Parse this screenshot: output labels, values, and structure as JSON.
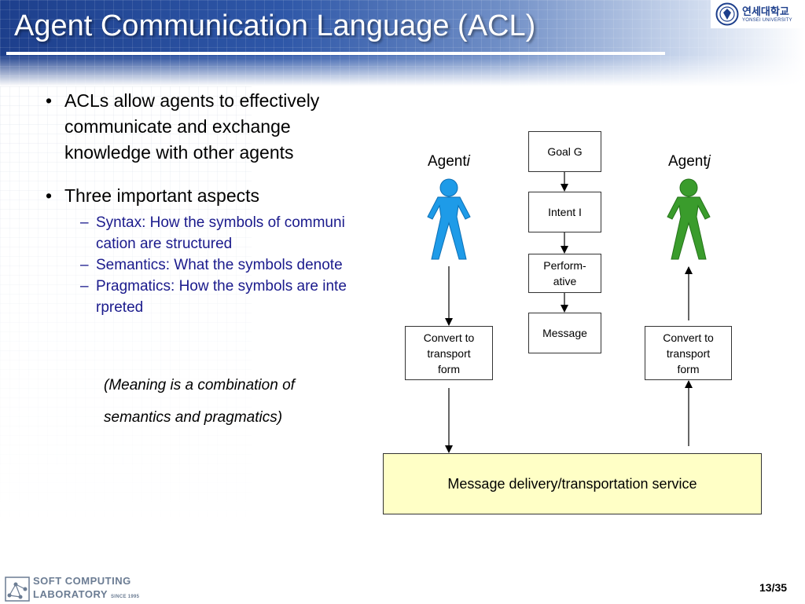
{
  "slide": {
    "title": "Agent Communication Language (ACL)",
    "page": "13/35"
  },
  "logo": {
    "korean": "연세대학교",
    "english": "YONSEI UNIVERSITY"
  },
  "bullets": [
    {
      "text": "ACLs allow agents to effectively communicate and exchange knowledge with other agents",
      "lines": [
        "ACLs allow agents to effectively",
        "communicate and exchange",
        "knowledge with other agents"
      ]
    },
    {
      "text": "Three important aspects",
      "sub": [
        {
          "lines": [
            "Syntax: How the symbols of communi",
            "cation are structured"
          ]
        },
        {
          "lines": [
            "Semantics: What the symbols denote"
          ]
        },
        {
          "lines": [
            "Pragmatics: How the symbols are inte",
            "rpreted"
          ]
        }
      ]
    }
  ],
  "note": {
    "line1": "(Meaning is a combination of",
    "line2": "semantics and pragmatics)"
  },
  "diagram": {
    "agent_i": {
      "base": "Agent",
      "suffix": "i",
      "color": "#1e9be8"
    },
    "agent_j": {
      "base": "Agent",
      "suffix": "j",
      "color": "#3a9c2c"
    },
    "goal": "Goal G",
    "intent": "Intent I",
    "performative_line1": "Perform-",
    "performative_line2": "ative",
    "message": "Message",
    "convert_left": [
      "Convert to",
      "transport",
      "form"
    ],
    "convert_right": [
      "Convert to",
      "transport",
      "form"
    ],
    "delivery": "Message delivery/transportation service",
    "delivery_fill": "#ffffc6"
  },
  "footer": {
    "lab_line1": "SOFT COMPUTING",
    "lab_line2": "LABORATORY",
    "lab_since": "SINCE 1995"
  }
}
